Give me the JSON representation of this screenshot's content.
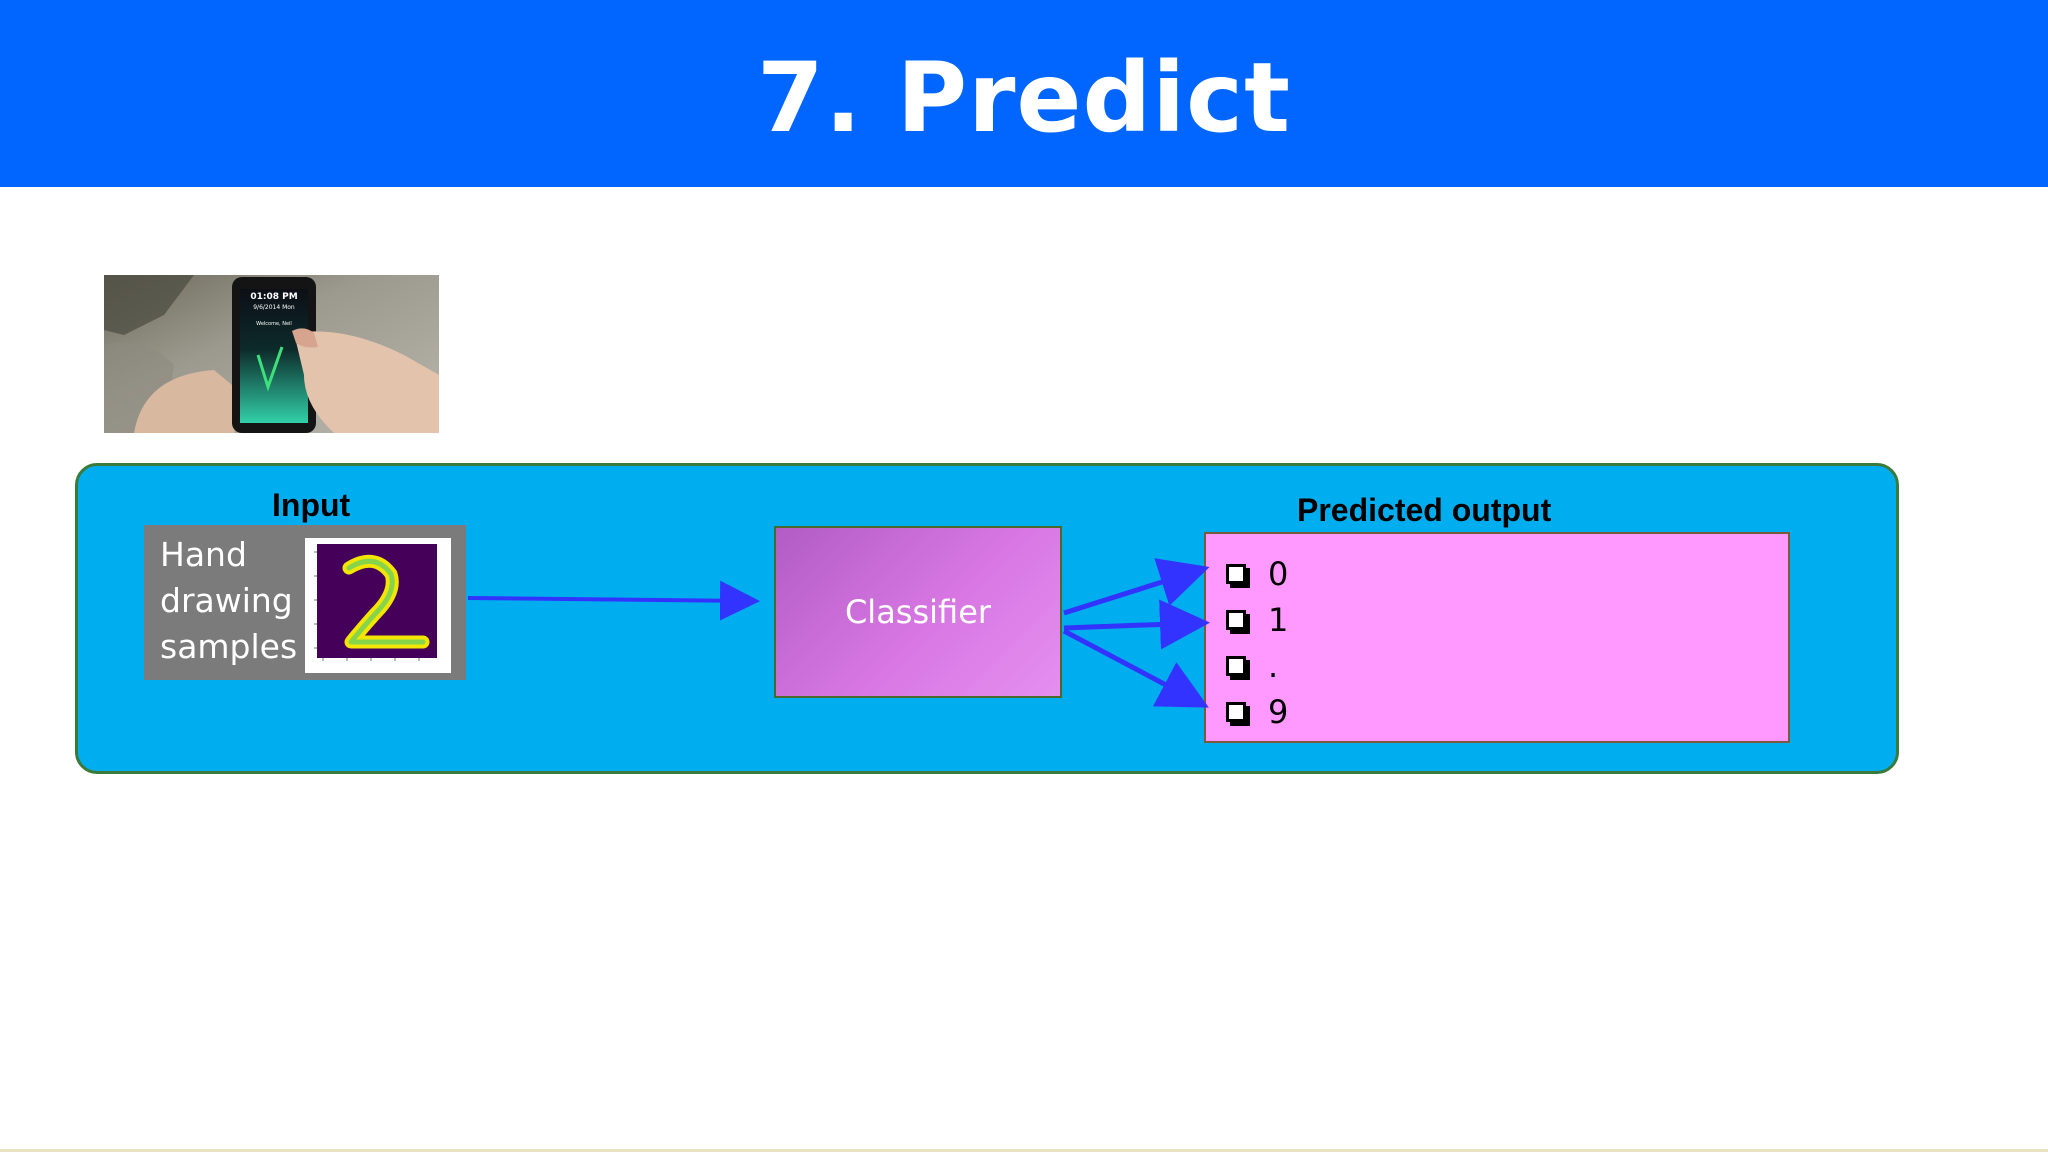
{
  "slide": {
    "title": "7. Predict"
  },
  "photo": {
    "phone_time": "01:08 PM",
    "phone_date": "9/6/2014 Mon",
    "phone_welcome": "Welcome, Neil"
  },
  "diagram": {
    "input_heading": "Input",
    "input_lines": [
      "Hand",
      "drawing",
      "samples"
    ],
    "classifier_label": "Classifier",
    "output_heading": "Predicted output",
    "output_options": [
      "0",
      "1",
      ".",
      "9"
    ]
  },
  "colors": {
    "title_bar": "#0066ff",
    "panel": "#00aeef",
    "output_box": "#ff99ff",
    "arrow": "#3333ff"
  }
}
